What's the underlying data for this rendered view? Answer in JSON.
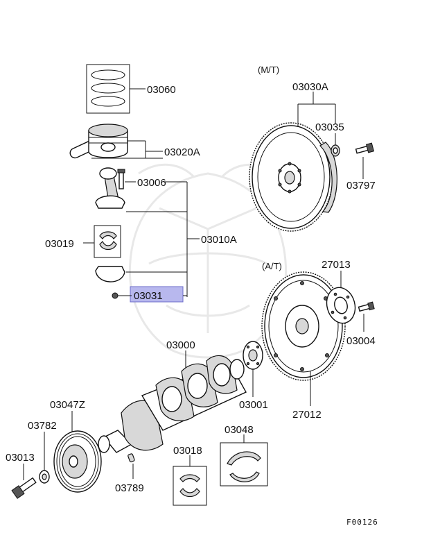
{
  "section_labels": {
    "manual": "(M/T)",
    "automatic": "(A/T)"
  },
  "parts": {
    "piston_ring": "03060",
    "piston_pin": "03020A",
    "rod_bolt": "03006",
    "con_rod": "03010A",
    "rod_bearing": "03019",
    "rod_nut": "03031",
    "flywheel": "03030A",
    "bushing": "03035",
    "flywheel_bolt": "03797",
    "adapter_plate": "27013",
    "drive_plate_bolt": "03004",
    "drive_plate": "27012",
    "crankshaft": "03000",
    "crank_plate": "03001",
    "damper": "03047Z",
    "washer": "03782",
    "damper_bolt": "03013",
    "main_bearing": "03018",
    "thrust_bearing": "03048",
    "key": "03789"
  },
  "diagram_code": "F00126",
  "highlighted_part": "03031"
}
